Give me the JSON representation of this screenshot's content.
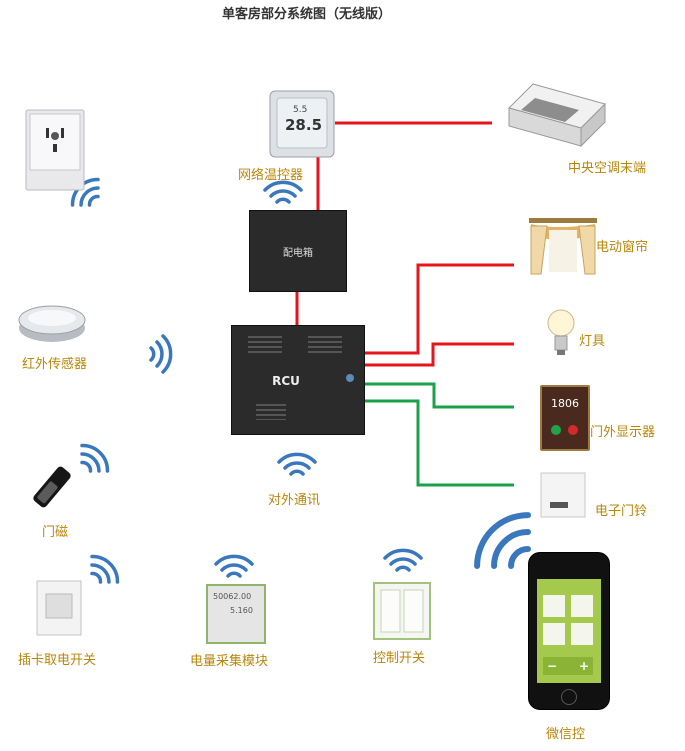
{
  "title": "单客房部分系统图（无线版）",
  "devices": {
    "socket": {
      "label": ""
    },
    "thermostat": {
      "label": "网络温控器",
      "display_top": "5.5",
      "display_main": "28.5"
    },
    "ac_unit": {
      "label": "中央空调末端"
    },
    "distribution_box": {
      "label": "配电箱"
    },
    "curtain": {
      "label": "电动窗帘"
    },
    "ir_sensor": {
      "label": "红外传感器"
    },
    "rcu": {
      "label": "RCU"
    },
    "lamp": {
      "label": "灯具"
    },
    "door_display": {
      "label": "门外显示器",
      "room_number": "1806"
    },
    "door_magnet": {
      "label": "门磁"
    },
    "external_comm": {
      "label": "对外通讯"
    },
    "doorbell": {
      "label": "电子门铃"
    },
    "card_switch": {
      "label": "插卡取电开关"
    },
    "power_module": {
      "label": "电量采集模块",
      "reading_1": "50062.00",
      "reading_2": "5.160"
    },
    "control_switch": {
      "label": "控制开关"
    },
    "wechat": {
      "label": "微信控",
      "plus": "+",
      "minus": "−"
    }
  },
  "colors": {
    "power_line": "#e8141b",
    "signal_line": "#1aa14a",
    "wireless": "#3a78bd",
    "label_text": "#b8860b"
  }
}
